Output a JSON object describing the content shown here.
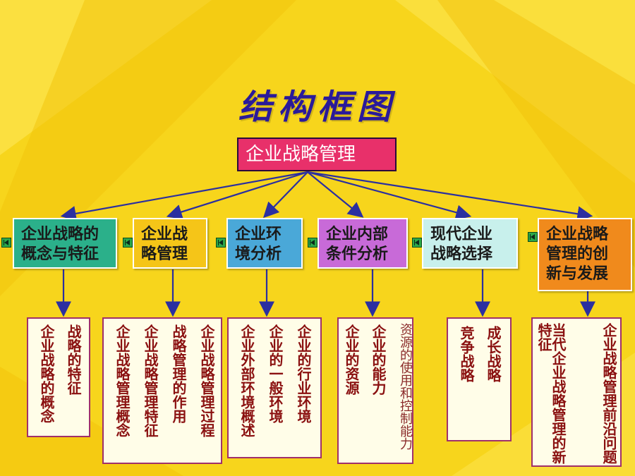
{
  "slide": {
    "title": "结构框图",
    "root": "企业战略管理",
    "colors": {
      "background": "#f7d51c",
      "root_fill": "#e8306a",
      "line": "#2b2fa0",
      "leaf_text": "#8a1010"
    },
    "branches": [
      {
        "label_lines": [
          "企业战略的",
          "概念与特征"
        ],
        "fill": "#2bb08a",
        "nav_icon": "back-to-start-icon",
        "leaf_columns": [
          "战略的特征",
          "企业战略的概念"
        ]
      },
      {
        "label_lines": [
          "企业战",
          "略管理"
        ],
        "fill": "#f5c518",
        "nav_icon": "back-to-start-icon",
        "leaf_columns": [
          "企业战略管理过程",
          "战略管理的作用",
          "企业战略管理特征",
          "企业战略管理概念"
        ]
      },
      {
        "label_lines": [
          "企业环",
          "境分析"
        ],
        "fill": "#4aa8d8",
        "nav_icon": "back-to-start-icon",
        "leaf_columns": [
          "企业的行业环境",
          "企业的一般环境",
          "企业外部环境概述"
        ]
      },
      {
        "label_lines": [
          "企业内部",
          "条件分析"
        ],
        "fill": "#c86ad8",
        "nav_icon": "back-to-start-icon",
        "leaf_columns": [
          "资源的使用和控制能力",
          "企业的能力",
          "企业的资源"
        ]
      },
      {
        "label_lines": [
          "现代企业",
          "战略选择"
        ],
        "fill": "#c8f0ec",
        "nav_icon": "back-to-start-icon",
        "leaf_columns": [
          "成长战略",
          "竞争战略"
        ]
      },
      {
        "label_lines": [
          "企业战略",
          "管理的创",
          "新与发展"
        ],
        "fill": "#f08a1c",
        "nav_icon": "back-to-start-icon",
        "leaf_columns": [
          "企业战略管理前沿问题",
          "当代企业战略管理的新特征"
        ]
      }
    ]
  }
}
